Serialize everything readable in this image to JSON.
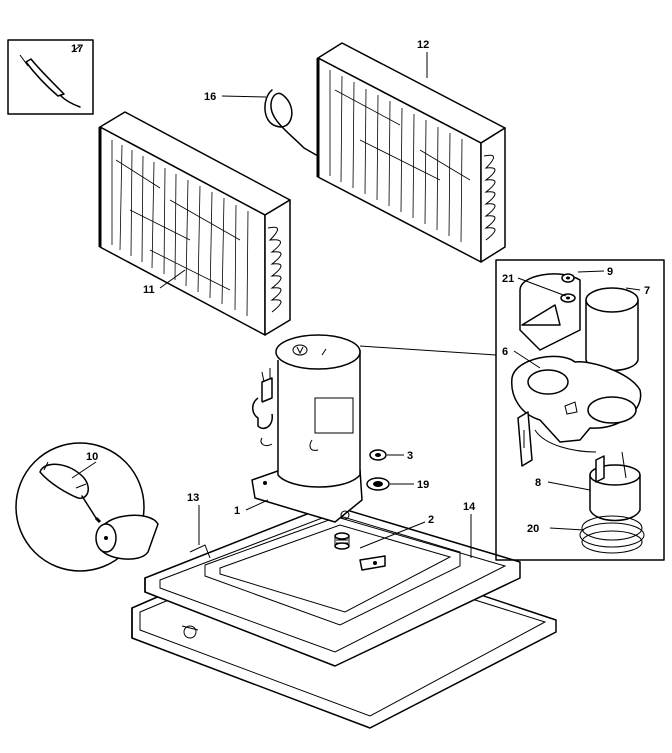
{
  "callouts": {
    "c1": "1",
    "c2": "2",
    "c3": "3",
    "c6": "6",
    "c7": "7",
    "c8": "8",
    "c9": "9",
    "c10": "10",
    "c11": "11",
    "c12": "12",
    "c13": "13",
    "c14": "14",
    "c16": "16",
    "c17": "17",
    "c19": "19",
    "c20": "20",
    "c21": "21"
  }
}
